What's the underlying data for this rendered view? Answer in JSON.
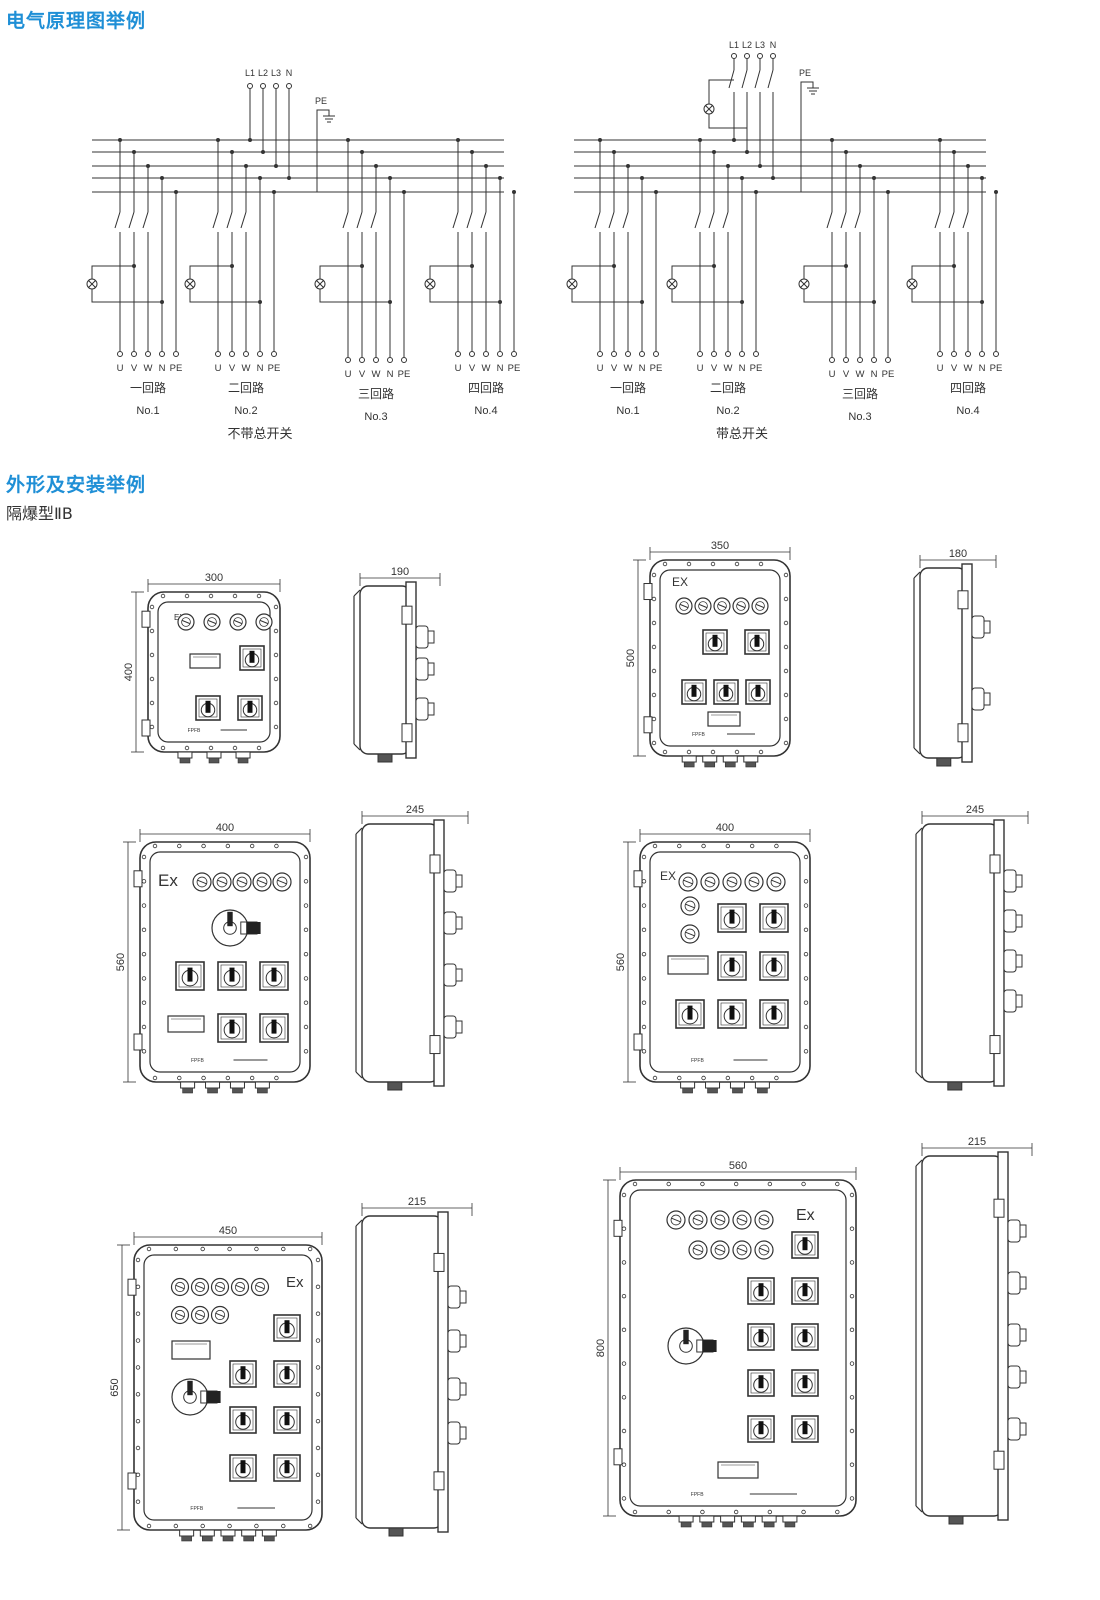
{
  "headings": {
    "schematic_title": "电气原理图举例",
    "outline_title": "外形及安装举例",
    "type_label": "隔爆型ⅡB"
  },
  "schematic": {
    "supply_labels": [
      "L1",
      "L2",
      "L3",
      "N"
    ],
    "pe_label": "PE",
    "terminal_labels": [
      "U",
      "V",
      "W",
      "N",
      "PE"
    ],
    "circuits": [
      {
        "name": "一回路",
        "no": "No.1"
      },
      {
        "name": "二回路",
        "no": "No.2"
      },
      {
        "name": "三回路",
        "no": "No.3"
      },
      {
        "name": "四回路",
        "no": "No.4"
      }
    ],
    "left_caption": "不带总开关",
    "right_caption": "带总开关"
  },
  "enclosures": [
    {
      "width": "300",
      "height": "400",
      "depth": "190"
    },
    {
      "width": "350",
      "height": "500",
      "depth": "180"
    },
    {
      "width": "400",
      "height": "560",
      "depth": "245"
    },
    {
      "width": "400",
      "height": "560",
      "depth": "245"
    },
    {
      "width": "450",
      "height": "650",
      "depth": "215"
    },
    {
      "width": "560",
      "height": "800",
      "depth": "215"
    }
  ],
  "ex_marks": [
    "EX",
    "EX",
    "Ex",
    "EX",
    "Ex",
    "Ex"
  ],
  "colors": {
    "heading": "#1f8fd6",
    "line": "#333333"
  }
}
